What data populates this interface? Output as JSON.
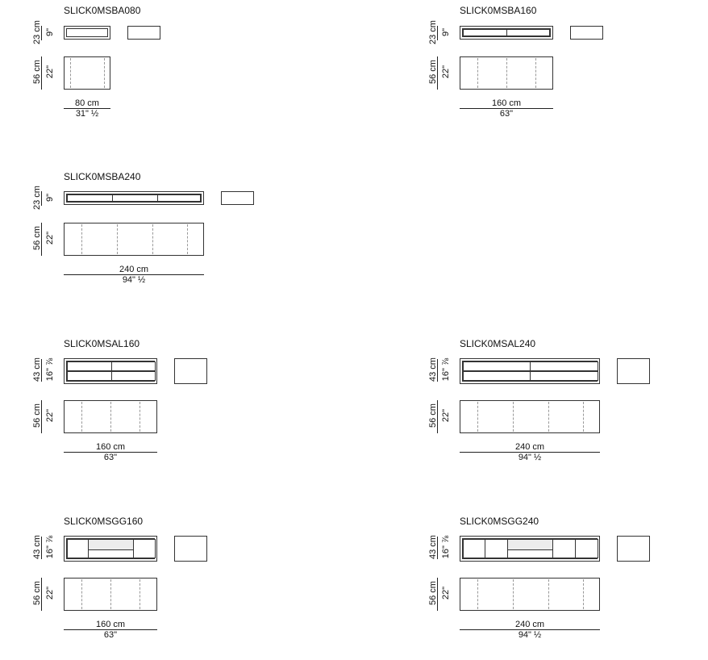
{
  "models": [
    {
      "name": "SLICK0MSBA080",
      "height_cm": "23 cm",
      "height_in": "9\"",
      "depth_cm": "56 cm",
      "depth_in": "22\"",
      "width_cm": "80 cm",
      "width_in": "31\" ½"
    },
    {
      "name": "SLICK0MSBA160",
      "height_cm": "23 cm",
      "height_in": "9\"",
      "depth_cm": "56 cm",
      "depth_in": "22\"",
      "width_cm": "160 cm",
      "width_in": "63\""
    },
    {
      "name": "SLICK0MSBA240",
      "height_cm": "23 cm",
      "height_in": "9\"",
      "depth_cm": "56 cm",
      "depth_in": "22\"",
      "width_cm": "240 cm",
      "width_in": "94\" ½"
    },
    {
      "name": "SLICK0MSAL160",
      "height_cm": "43 cm",
      "height_in": "16\" ⅞",
      "depth_cm": "56 cm",
      "depth_in": "22\"",
      "width_cm": "160 cm",
      "width_in": "63\""
    },
    {
      "name": "SLICK0MSAL240",
      "height_cm": "43 cm",
      "height_in": "16\" ⅞",
      "depth_cm": "56 cm",
      "depth_in": "22\"",
      "width_cm": "240 cm",
      "width_in": "94\" ½"
    },
    {
      "name": "SLICK0MSGG160",
      "height_cm": "43 cm",
      "height_in": "16\" ⅞",
      "depth_cm": "56 cm",
      "depth_in": "22\"",
      "width_cm": "160 cm",
      "width_in": "63\""
    },
    {
      "name": "SLICK0MSGG240",
      "height_cm": "43 cm",
      "height_in": "16\" ⅞",
      "depth_cm": "56 cm",
      "depth_in": "22\"",
      "width_cm": "240 cm",
      "width_in": "94\" ½"
    }
  ]
}
